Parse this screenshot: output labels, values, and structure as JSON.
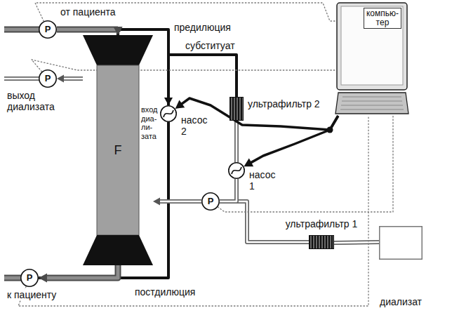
{
  "diagram": {
    "nodes": [
      {
        "text": [
          "P"
        ]
      },
      {
        "text": [
          "P"
        ]
      },
      {
        "text": [
          "F"
        ]
      },
      {
        "text": [
          "компью- тер"
        ]
      },
      {
        "text": [
          "насос 2"
        ]
      },
      {
        "text": [
          "ультрафильтр 2"
        ]
      },
      {
        "text": [
          "насос 1"
        ]
      },
      {
        "text": [
          "P"
        ]
      },
      {
        "text": [
          "ультрафильтр 1"
        ]
      },
      {
        "text": [
          "диализат"
        ]
      },
      {
        "text": [
          "P"
        ]
      }
    ],
    "edges": [
      {
        "from": 4,
        "to": 2,
        "arrow": "none",
        "label": "предилюция"
      },
      {
        "from": 0,
        "to": 2,
        "arrow": "to"
      },
      {
        "from": 2,
        "to": 1,
        "arrow": "to"
      },
      {
        "from": 4,
        "to": 10,
        "arrow": "none",
        "label": "постдилюция"
      },
      {
        "from": 2,
        "to": 10,
        "arrow": "to"
      },
      {
        "from": 5,
        "to": 4,
        "arrow": "to",
        "label": "субституат"
      },
      {
        "from": 7,
        "to": 2,
        "arrow": "to"
      },
      {
        "from": 8,
        "to": 7,
        "arrow": "none"
      },
      {
        "from": 9,
        "to": 8,
        "arrow": "none"
      },
      {
        "from": 7,
        "to": 6,
        "arrow": "none"
      },
      {
        "from": 6,
        "to": 5,
        "arrow": "none"
      },
      {
        "from": 3,
        "to": 4,
        "arrow": "to"
      },
      {
        "from": 3,
        "to": 6,
        "arrow": "to"
      },
      {
        "from": 0,
        "to": 3,
        "arrow": "none"
      },
      {
        "from": 1,
        "to": 3,
        "arrow": "none"
      },
      {
        "from": 7,
        "to": 3,
        "arrow": "none"
      },
      {
        "from": 10,
        "to": 3,
        "arrow": "none"
      }
    ],
    "labels": [
      "от пациента",
      "выход диализата",
      "вход диа- ли- зата",
      "к пациенту"
    ]
  }
}
